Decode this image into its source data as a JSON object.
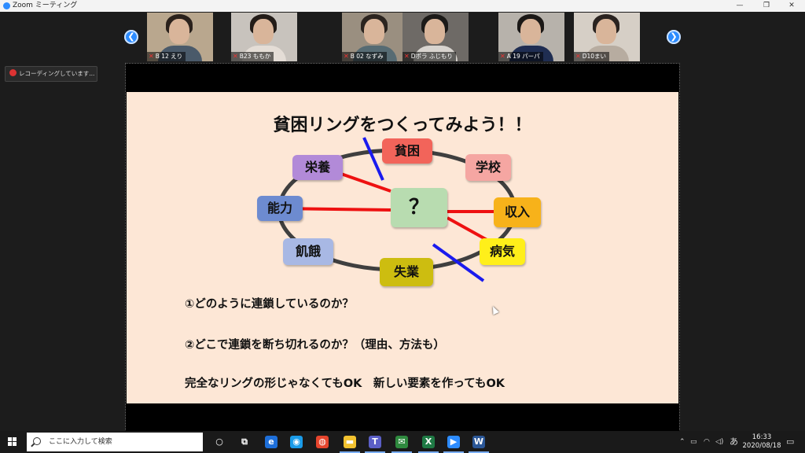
{
  "window": {
    "title": "Zoom ミーティング"
  },
  "participants": [
    {
      "name": "B 12 えり",
      "bg": "#b9a78e",
      "hair": "#2a211c",
      "shirt": "#4a5a6a"
    },
    {
      "name": "B23 ももか",
      "bg": "#c8c3bd",
      "hair": "#231c18",
      "shirt": "#e4ddd6"
    },
    {
      "name": "B 02 なずみ",
      "bg": "#9a8f80",
      "hair": "#2b241f",
      "shirt": "#566b73"
    },
    {
      "name": "Dポラ ふじもり",
      "bg": "#6e6a66",
      "hair": "#1c1a18",
      "shirt": "#d8d4cf"
    },
    {
      "name": "A 19 パーパ",
      "bg": "#b7b2ab",
      "hair": "#1b1816",
      "shirt": "#1f2d52"
    },
    {
      "name": "D10まい",
      "bg": "#d6cfc6",
      "hair": "#2a2320",
      "shirt": "#b7aca0"
    }
  ],
  "recording": {
    "label": "レコーディングしています..."
  },
  "slide": {
    "title": "貧困リングをつくってみよう！！",
    "center": {
      "label": "？",
      "color": "#b8dcb0"
    },
    "nodes": [
      {
        "id": "poverty",
        "label": "貧困",
        "color": "#f2645a"
      },
      {
        "id": "school",
        "label": "学校",
        "color": "#f5a6a2"
      },
      {
        "id": "income",
        "label": "収入",
        "color": "#f7b21a"
      },
      {
        "id": "illness",
        "label": "病気",
        "color": "#ffef1a"
      },
      {
        "id": "unemployment",
        "label": "失業",
        "color": "#cdbd10"
      },
      {
        "id": "hunger",
        "label": "飢餓",
        "color": "#a8b8e4"
      },
      {
        "id": "ability",
        "label": "能力",
        "color": "#6d8bd0"
      },
      {
        "id": "nutrition",
        "label": "栄養",
        "color": "#b28ad8"
      }
    ],
    "line_colors": {
      "ring": "#3f3f3f",
      "link": "#ee1111",
      "cut": "#1a1aee"
    },
    "questions": [
      "①どのように連鎖しているのか？",
      "②どこで連鎖を断ち切れるのか？（理由、方法も）",
      "完全なリングの形じゃなくてもOK　新しい要素を作ってもOK"
    ]
  },
  "taskbar": {
    "search_placeholder": "ここに入力して検索",
    "apps": [
      {
        "name": "cortana-icon",
        "color": "transparent",
        "glyph": "○"
      },
      {
        "name": "task-view-icon",
        "color": "transparent",
        "glyph": "⧉"
      },
      {
        "name": "edge-legacy-icon",
        "color": "#1e6fd9",
        "glyph": "e"
      },
      {
        "name": "edge-icon",
        "color": "#1a9be8",
        "glyph": "◉"
      },
      {
        "name": "chrome-icon",
        "color": "#e6452d",
        "glyph": "◍"
      },
      {
        "name": "file-explorer-icon",
        "color": "#f2c230",
        "glyph": "▬"
      },
      {
        "name": "teams-icon",
        "color": "#5b5fc7",
        "glyph": "T"
      },
      {
        "name": "mail-icon",
        "color": "#2f8a3f",
        "glyph": "✉"
      },
      {
        "name": "excel-icon",
        "color": "#1f7a45",
        "glyph": "X"
      },
      {
        "name": "zoom-icon",
        "color": "#2d8cff",
        "glyph": "▶"
      },
      {
        "name": "word-icon",
        "color": "#2b5797",
        "glyph": "W"
      }
    ],
    "ime": "あ",
    "time": "16:33",
    "date": "2020/08/18"
  }
}
